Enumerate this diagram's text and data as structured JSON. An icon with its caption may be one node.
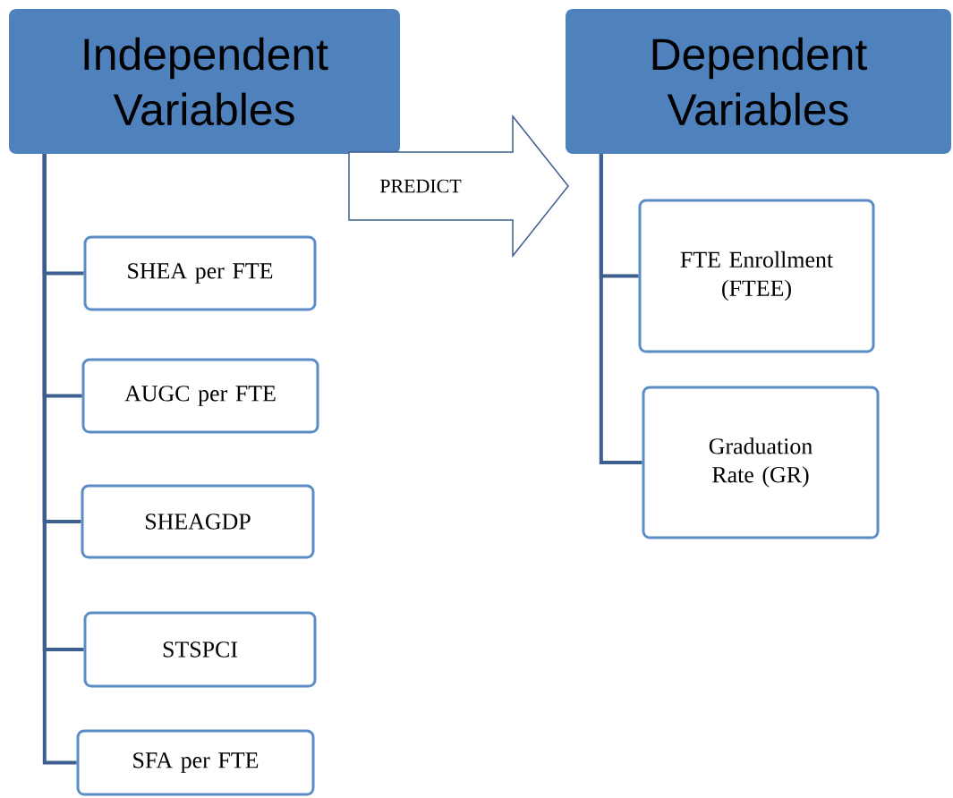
{
  "diagram": {
    "nodes": [
      {
        "text": [
          "Independent Variables"
        ]
      },
      {
        "text": [
          "Dependent Variables"
        ]
      },
      {
        "text": [
          "PREDICT"
        ]
      },
      {
        "text": [
          "SHEA per FTE"
        ]
      },
      {
        "text": [
          "AUGC per FTE"
        ]
      },
      {
        "text": [
          "SHEAGDP"
        ]
      },
      {
        "text": [
          "STSPCI"
        ]
      },
      {
        "text": [
          "SFA per FTE"
        ]
      },
      {
        "text": [
          "FTE Enrollment (FTEE)"
        ]
      },
      {
        "text": [
          "Graduation Rate (GR)"
        ]
      }
    ],
    "edges": [
      {
        "from": 0,
        "to": 3,
        "arrow": "none"
      },
      {
        "from": 0,
        "to": 4,
        "arrow": "none"
      },
      {
        "from": 0,
        "to": 5,
        "arrow": "none"
      },
      {
        "from": 0,
        "to": 6,
        "arrow": "none"
      },
      {
        "from": 0,
        "to": 7,
        "arrow": "none"
      },
      {
        "from": 1,
        "to": 8,
        "arrow": "none"
      },
      {
        "from": 1,
        "to": 9,
        "arrow": "none"
      }
    ]
  }
}
